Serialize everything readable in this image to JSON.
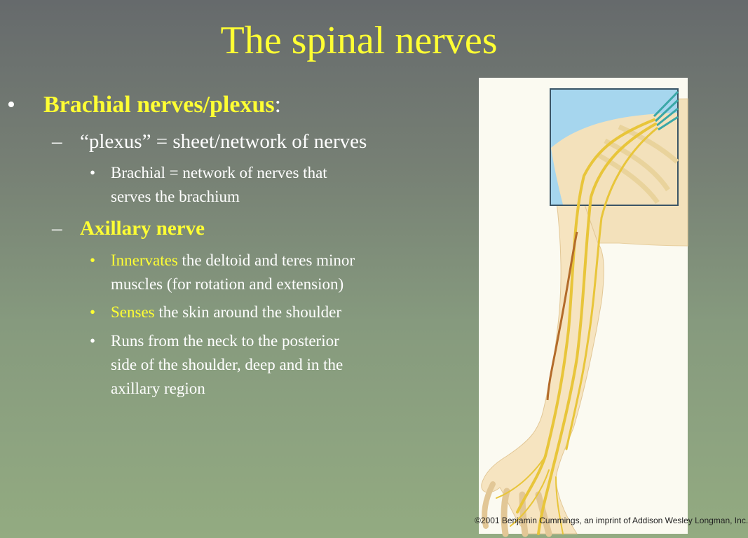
{
  "slide": {
    "title": "The spinal nerves",
    "bullets": {
      "b1_heading": "Brachial nerves/plexus",
      "b1_colon": ":",
      "b1_sub1": "“plexus” = sheet/network of nerves",
      "b1_sub1_detail_line1": "Brachial = network of nerves that",
      "b1_sub1_detail_line2": "serves the brachium",
      "b1_sub2": "Axillary nerve",
      "innervates_word": "Innervates",
      "innervates_rest": " the deltoid and teres minor",
      "innervates_line2": "muscles (for rotation and extension)",
      "senses_word": "Senses",
      "senses_rest": " the skin around the shoulder",
      "runs_line1": "Runs from the neck to the posterior",
      "runs_line2": "side of the shoulder, deep and in the",
      "runs_line3": "axillary region"
    },
    "markers": {
      "level1": "•",
      "level2": "–",
      "level3": "•"
    },
    "figure_credit": "©2001 Benjamin Cummings, an imprint of Addison Wesley Longman, Inc.",
    "colors": {
      "title": "#ffff33",
      "text": "#ffffff",
      "highlight": "#ffff33",
      "nerve": "#e8c53a",
      "skin": "#f7e7c2",
      "inset_sky": "#9fd3ec"
    }
  }
}
